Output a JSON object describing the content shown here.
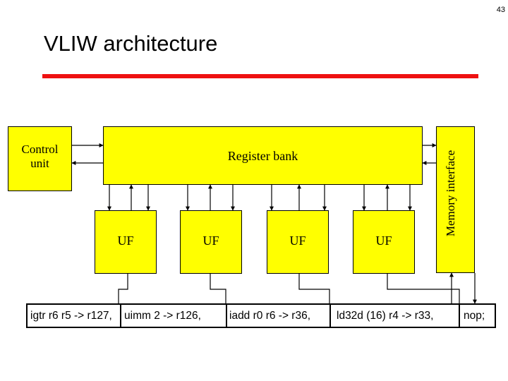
{
  "slide": {
    "number": "43",
    "title": "VLIW architecture"
  },
  "colors": {
    "accent": "#ee1111",
    "box_fill": "#ffff00",
    "line": "#000000"
  },
  "blocks": {
    "control_unit": "Control\nunit",
    "register_bank": "Register bank",
    "memory_interface": "Memory interface",
    "functional_units": [
      "UF",
      "UF",
      "UF",
      "UF"
    ]
  },
  "instruction": {
    "slots": [
      "igtr r6 r5 -> r127,",
      "uimm 2 -> r126,",
      "iadd r0 r6 -> r36,",
      "ld32d (16) r4 -> r33,",
      "nop;"
    ]
  }
}
